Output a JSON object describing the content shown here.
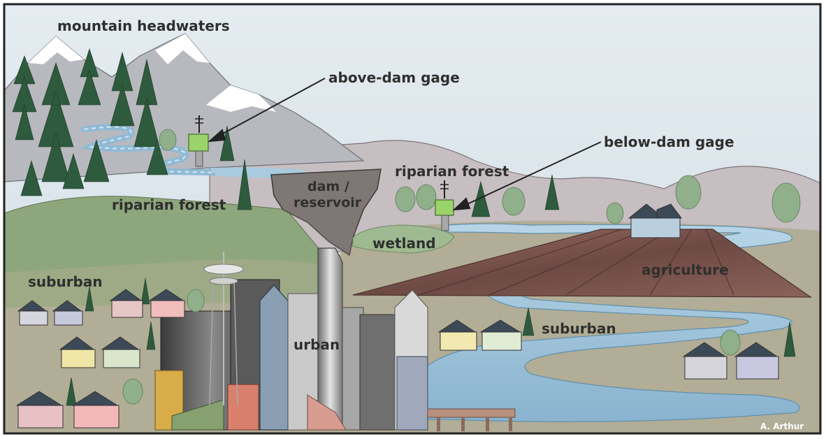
{
  "labels": {
    "mountain_headwaters": "mountain headwaters",
    "above_dam_gage": "above-dam gage",
    "below_dam_gage": "below-dam gage",
    "riparian_forest_left": "riparian forest",
    "riparian_forest_right": "riparian forest",
    "dam_line1": "dam /",
    "dam_line2": "reservoir",
    "wetland": "wetland",
    "agriculture": "agriculture",
    "suburban_left": "suburban",
    "suburban_right": "suburban",
    "urban": "urban",
    "credit": "A. Arthur"
  },
  "colors": {
    "sky": "#dde6ec",
    "mountain": "#b9babf",
    "snow": "#ffffff",
    "far_hills": "#c6bdc1",
    "meadow": "#9fb08f",
    "green_hill": "#8ea67c",
    "ground": "#b3ad95",
    "river": "#9ec3da",
    "field": "#7e5a52",
    "tree": "#2f5a3e",
    "gage_box": "#9bd36b",
    "border": "#222222"
  }
}
